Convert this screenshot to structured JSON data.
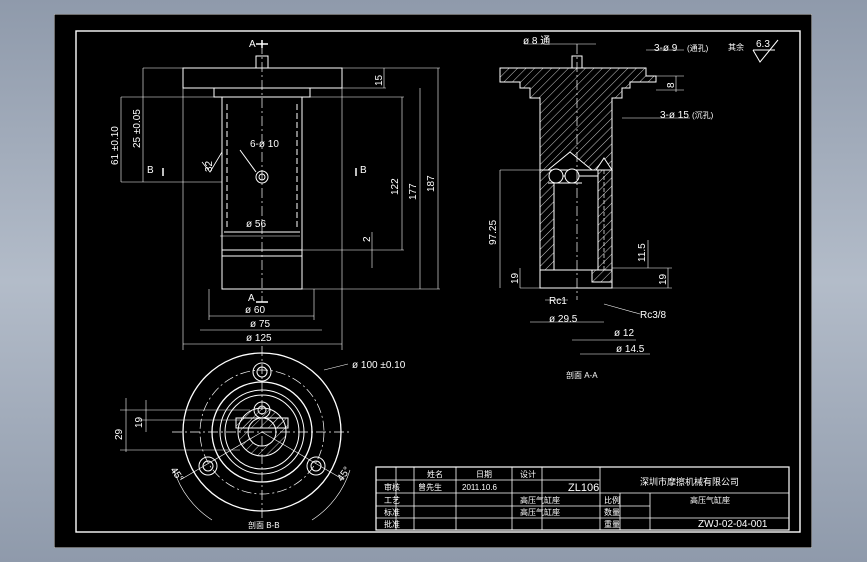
{
  "drawing": {
    "section_mark_a": "A",
    "section_mark_b": "B",
    "roughness": "6.3",
    "roughness_note": "其余",
    "front_view": {
      "dims_left": [
        "61 ±0.10",
        "25 ±0.05",
        "32"
      ],
      "dims_right": [
        "15",
        "122",
        "177",
        "187",
        "2"
      ],
      "hole_label": "6-ø 10",
      "bore_label": "ø 56",
      "dims_bottom": [
        "ø 60",
        "ø 75",
        "ø 125"
      ]
    },
    "section_view": {
      "title": "剖面 A-A",
      "dim_top": "ø 8 通",
      "dim_right_top": "3-ø 9",
      "dim_right_top_note": "(通孔)",
      "dim_right_8": "8",
      "dim_right_mid": "3-ø 15",
      "dim_right_mid_note": "(沉孔)",
      "dim_left": [
        "97.25",
        "19"
      ],
      "dim_right_low": [
        "11.5",
        "19"
      ],
      "labels": [
        "Rc1",
        "ø 29.5",
        "Rc3/8",
        "ø 12",
        "ø 14.5"
      ]
    },
    "bottom_view": {
      "title": "剖面 B-B",
      "dim_pcd": "ø 100 ±0.10",
      "dims_left": [
        "29",
        "19"
      ],
      "angles": [
        "45°",
        "45°"
      ]
    },
    "title_block": {
      "company": "深圳市摩擦机械有限公司",
      "drawing_no": "ZWJ-02-04-001",
      "material": "ZL106",
      "date": "2011.10.6",
      "header_a": "姓名",
      "header_b": "日期",
      "designer": "曾先生",
      "part_name_1": "高压气缸座",
      "part_name_2": "高压气缸座",
      "row_labels": [
        "设计",
        "审核",
        "工艺",
        "标准",
        "批准"
      ],
      "mid_labels": [
        "比例",
        "数量",
        "重量"
      ]
    }
  }
}
